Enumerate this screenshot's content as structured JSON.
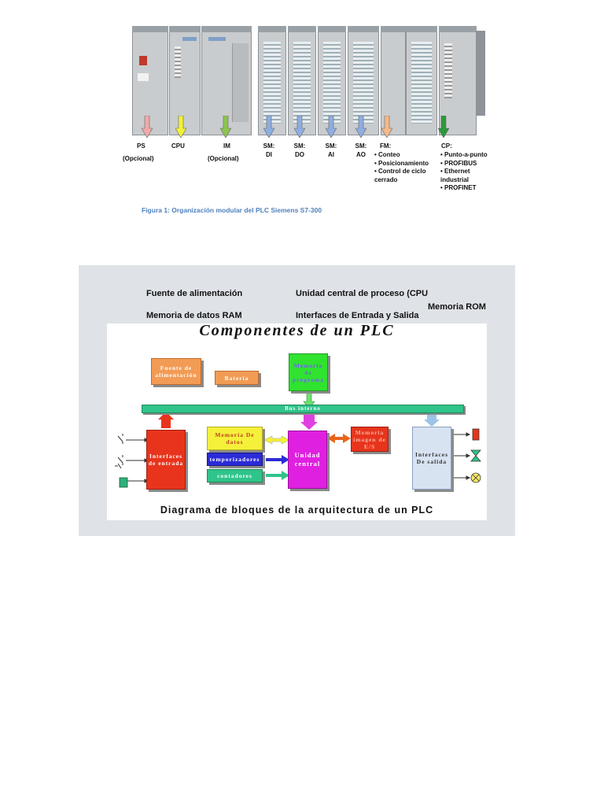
{
  "figure1": {
    "modules": [
      {
        "code": "PS",
        "note": "(Opcional)"
      },
      {
        "code": "CPU",
        "note": ""
      },
      {
        "code": "IM",
        "note": "(Opcional)"
      },
      {
        "code": "SM:",
        "note": "DI"
      },
      {
        "code": "SM:",
        "note": "DO"
      },
      {
        "code": "SM:",
        "note": "AI"
      },
      {
        "code": "SM:",
        "note": "AO"
      },
      {
        "code": "FM:",
        "note": ""
      },
      {
        "code": "CP:",
        "note": ""
      }
    ],
    "fm_items": [
      "Conteo",
      "Posicionamiento",
      "Control de ciclo cerrado"
    ],
    "cp_items": [
      "Punto-a-punto",
      "PROFIBUS",
      "Ethernet industrial",
      "PROFINET"
    ],
    "arrow_colors": [
      "#f0a9a9",
      "#f2f23a",
      "#8cc450",
      "#8eaee0",
      "#8eaee0",
      "#8eaee0",
      "#8eaee0",
      "#f5b98a",
      "#2a9a3a"
    ],
    "caption": "Figura 1: Organización modular del PLC Siemens S7-300"
  },
  "components_panel": {
    "labels": {
      "fuente": "Fuente de alimentación",
      "cpu": "Unidad central de proceso (CPU",
      "rom": "Memoria ROM",
      "ram": "Memoria de datos RAM",
      "io": "Interfaces de Entrada y Salida"
    },
    "diagram": {
      "title": "Componentes de un PLC",
      "blocks": {
        "fuente": "Fuente de alimentación",
        "bateria": "Batería",
        "memoria_programa": "Memoria de programa",
        "bus": "Bus interno",
        "interfaces_entrada": "Interfaces de entrada",
        "memoria_datos": "Memoria De datos",
        "temporizadores": "temporizadores",
        "contadores": "contadores",
        "unidad_central": "Unidad central",
        "memoria_imagen": "Memoria imagen de E/S",
        "interfaces_salida": "Interfaces De salida"
      },
      "caption": "Diagrama de bloques de la arquitectura de un PLC"
    }
  }
}
